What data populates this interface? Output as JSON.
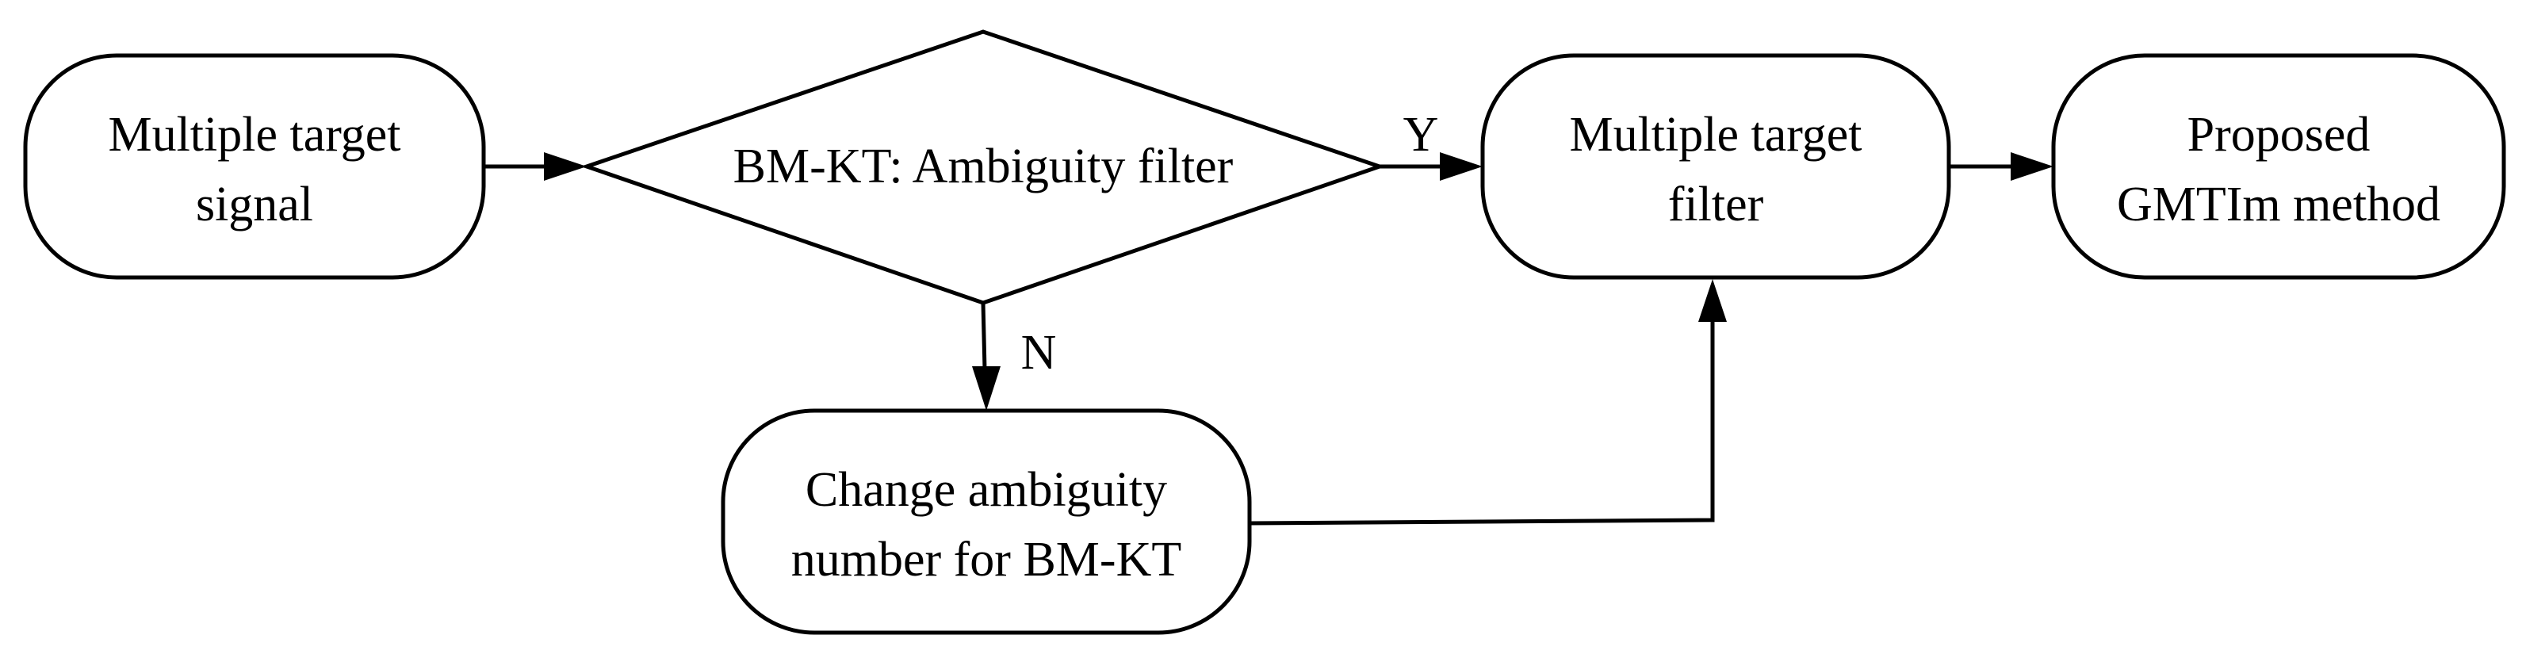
{
  "nodes": {
    "signal": {
      "line1": "Multiple target",
      "line2": "signal"
    },
    "decision": {
      "label": "BM-KT: Ambiguity filter"
    },
    "filter": {
      "line1": "Multiple target",
      "line2": "filter"
    },
    "method": {
      "line1": "Proposed",
      "line2": "GMTIm method"
    },
    "change": {
      "line1": "Change ambiguity",
      "line2": "number for BM-KT"
    }
  },
  "edges": {
    "yes_label": "Y",
    "no_label": "N"
  },
  "colors": {
    "stroke": "#000000",
    "background": "#ffffff"
  }
}
